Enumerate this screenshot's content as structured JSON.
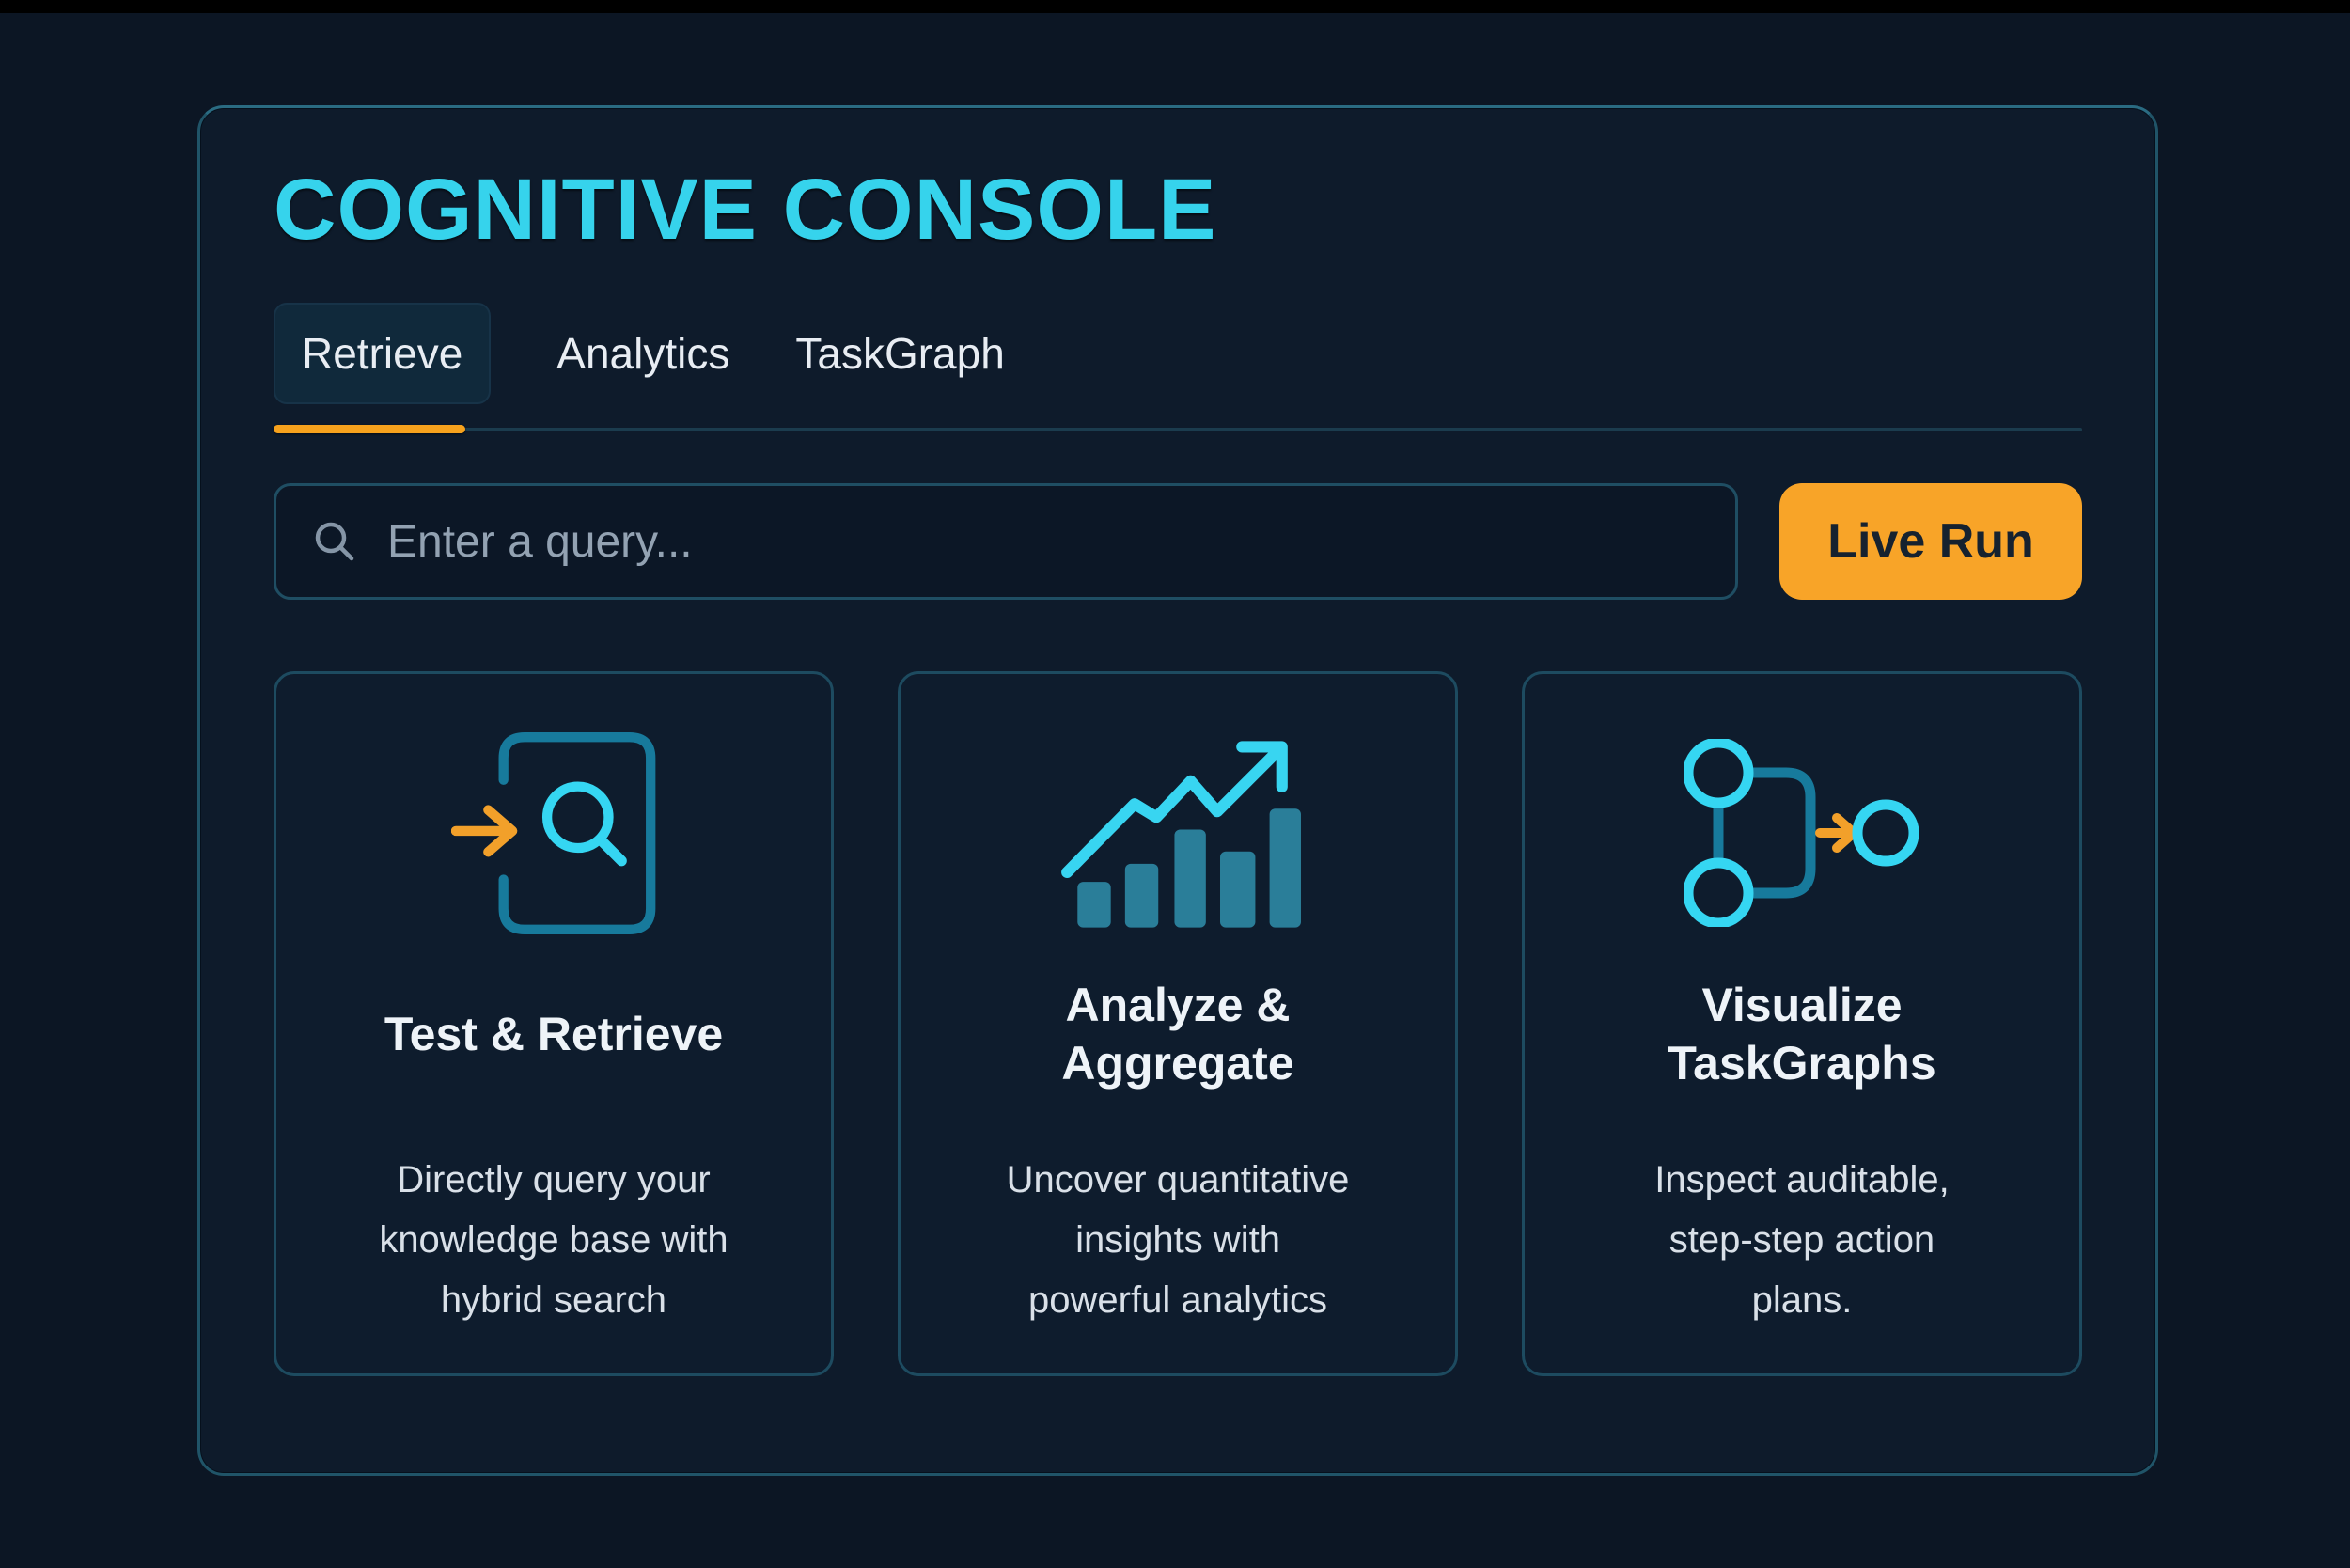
{
  "header": {
    "title": "COGNITIVE CONSOLE"
  },
  "tabs": [
    {
      "label": "Retrieve",
      "active": true
    },
    {
      "label": "Analytics",
      "active": false
    },
    {
      "label": "TaskGraph",
      "active": false
    }
  ],
  "search": {
    "icon": "search-icon",
    "placeholder": "Enter a query...",
    "button_label": "Live Run"
  },
  "cards": [
    {
      "icon": "arrow-into-search-icon",
      "title_lines": [
        "Test & Retrieve"
      ],
      "description_lines": [
        "Directly query your",
        "knowledge base with",
        "hybrid search"
      ]
    },
    {
      "icon": "bar-chart-trend-icon",
      "title_lines": [
        "Analyze &",
        "Aggregate"
      ],
      "description_lines": [
        "Uncover quantitative",
        "insights with",
        "powerful analytics"
      ]
    },
    {
      "icon": "task-graph-flow-icon",
      "title_lines": [
        "Visualize",
        "TaskGraphs"
      ],
      "description_lines": [
        "Inspect auditable,",
        "step-step action",
        "plans."
      ]
    }
  ],
  "colors": {
    "accent_cyan": "#36d3ec",
    "accent_orange": "#f6a428",
    "icon_bright_cyan": "#35d6f2",
    "icon_teal": "#1b7fa0",
    "icon_bar_teal": "#2a7e99",
    "panel_border": "#205468",
    "underline_track": "#1b3c4e",
    "button_text": "#16222f"
  }
}
